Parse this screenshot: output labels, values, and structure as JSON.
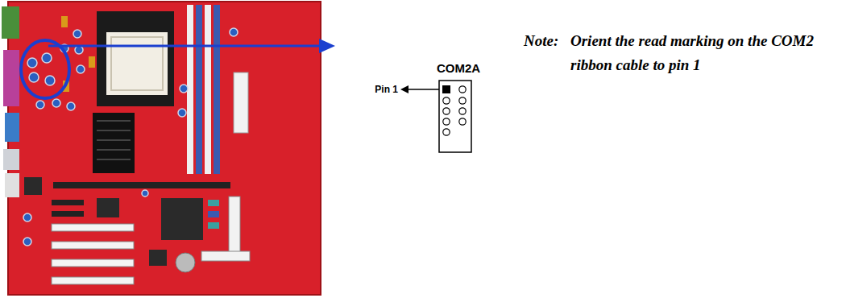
{
  "diagram": {
    "labels": [
      "COM2A",
      "Pin 1",
      "Note:",
      "Orient the read marking on the COM2 ribbon cable to pin 1"
    ]
  }
}
